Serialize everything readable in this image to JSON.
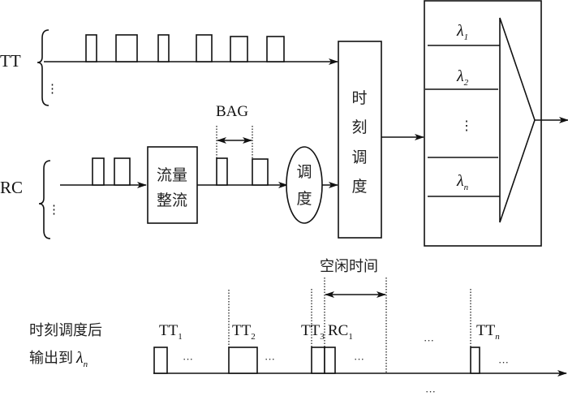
{
  "inputs": {
    "tt_label": "TT",
    "rc_label": "RC",
    "vdots": "⋮"
  },
  "shaper": {
    "line1": "流量",
    "line2": "整流"
  },
  "bag_label": "BAG",
  "scheduler_ellipse": {
    "line1": "调",
    "line2": "度"
  },
  "time_scheduler": {
    "chars": [
      "时",
      "刻",
      "调",
      "度"
    ]
  },
  "wavelengths": [
    {
      "symbol": "λ",
      "sub": "1"
    },
    {
      "symbol": "λ",
      "sub": "2"
    },
    {
      "symbol": "⋮",
      "sub": ""
    },
    {
      "symbol": "λ",
      "sub": "n"
    }
  ],
  "timeline": {
    "caption_line1": "时刻调度后",
    "caption_line2": "输出到",
    "caption_lambda": "λ",
    "caption_sub": "n",
    "idle_label": "空闲时间",
    "slots": [
      {
        "label": "TT",
        "sub": "1"
      },
      {
        "label": "TT",
        "sub": "2"
      },
      {
        "label": "TT",
        "sub": "3"
      },
      {
        "label": "RC",
        "sub": "1"
      },
      {
        "label": "TT",
        "sub": "n"
      }
    ],
    "ellipsis": "···"
  }
}
